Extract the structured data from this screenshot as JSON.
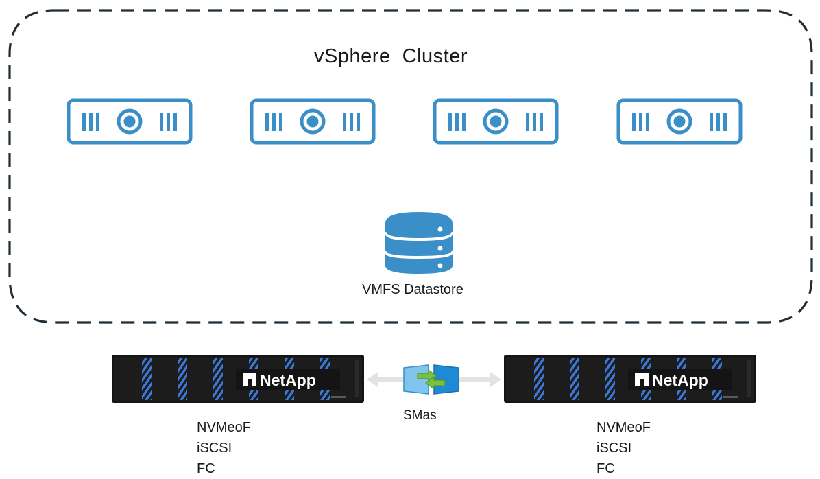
{
  "cluster": {
    "title": "vSphere  Cluster",
    "hosts": [
      "server-icon",
      "server-icon",
      "server-icon",
      "server-icon"
    ],
    "datastore": {
      "icon": "database-icon",
      "label": "VMFS Datastore"
    }
  },
  "storage": {
    "left": {
      "brand": "NetApp",
      "protocols": [
        "NVMeoF",
        "iSCSI",
        "FC"
      ]
    },
    "right": {
      "brand": "NetApp",
      "protocols": [
        "NVMeoF",
        "iSCSI",
        "FC"
      ]
    }
  },
  "replication": {
    "label": "SMas",
    "icon": "sync-icon"
  },
  "colors": {
    "accent": "#3a8fc8",
    "accent_light": "#d7ebf6",
    "dash": "#1f2d36",
    "array_body": "#141414",
    "stripe": "#3d78d8"
  }
}
